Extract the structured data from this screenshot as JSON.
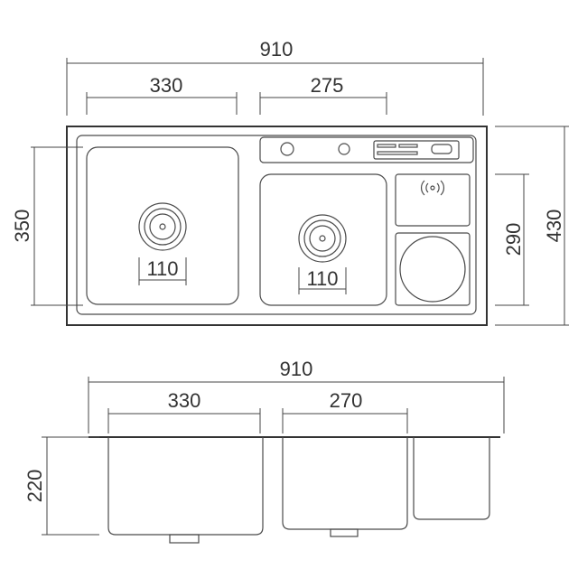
{
  "top_view": {
    "overall_width": "910",
    "left_bowl_width": "330",
    "right_bowl_width": "275",
    "depth_bowl": "350",
    "depth_overall": "430",
    "accessory_depth": "290",
    "drain_left": "110",
    "drain_right": "110"
  },
  "front_view": {
    "overall_width": "910",
    "left_bowl_width": "330",
    "right_bowl_width": "270",
    "height": "220"
  },
  "colors": {
    "line": "#4a4a4a",
    "text": "#333333",
    "background": "#ffffff"
  },
  "icons": [
    "drain-strainer-icon",
    "faucet-hole-icon",
    "sound-wave-icon"
  ]
}
